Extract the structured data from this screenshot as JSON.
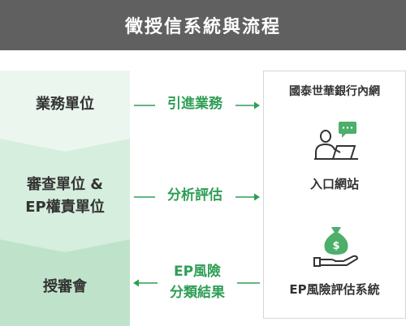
{
  "header": {
    "title": "徵授信系統與流程"
  },
  "stages": [
    {
      "line1": "業務單位",
      "line2": ""
    },
    {
      "line1": "審查單位 &",
      "line2": "EP權責單位"
    },
    {
      "line1": "授審會",
      "line2": ""
    }
  ],
  "flows": [
    {
      "line1": "引進業務",
      "line2": "",
      "direction": "right"
    },
    {
      "line1": "分析評估",
      "line2": "",
      "direction": "right"
    },
    {
      "line1": "EP風險",
      "line2": "分類結果",
      "direction": "left"
    }
  ],
  "systems": {
    "title": "國泰世華銀行內網",
    "items": [
      {
        "label": "入口網站",
        "icon": "user-chat-computer-icon"
      },
      {
        "label": "EP風險評估系統",
        "icon": "money-bag-hand-icon",
        "symbol": "$"
      }
    ]
  },
  "colors": {
    "header_bg": "#606060",
    "stage1": "#eaf6ee",
    "stage2": "#d6eedd",
    "stage3": "#bfe3ca",
    "accent_green": "#2e9e55"
  }
}
